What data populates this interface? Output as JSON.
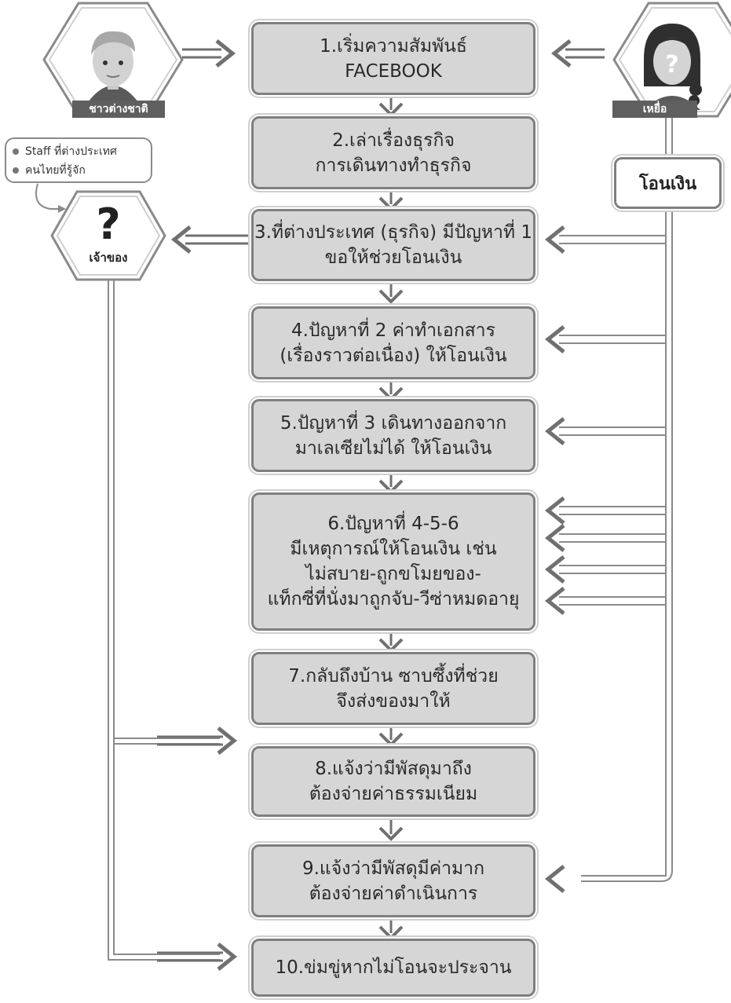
{
  "actors": {
    "foreigner_label": "ชาวต่างชาติ",
    "victim_label": "เหยื่อ",
    "owner_symbol": "?",
    "owner_label": "เจ้าของ"
  },
  "owner_notes": [
    "Staff ที่ต่างประเทศ",
    "คนไทยที่รู้จัก"
  ],
  "transfer_label": "โอนเงิน",
  "steps": [
    {
      "lines": [
        "1.เริ่มความสัมพันธ์",
        "FACEBOOK"
      ]
    },
    {
      "lines": [
        "2.เล่าเรื่องธุรกิจ",
        "การเดินทางทำธุรกิจ"
      ]
    },
    {
      "lines": [
        "3.ที่ต่างประเทศ (ธุรกิจ) มีปัญหาที่  1",
        "ขอให้ช่วยโอนเงิน"
      ]
    },
    {
      "lines": [
        "4.ปัญหาที่  2  ค่าทำเอกสาร",
        "(เรื่องราวต่อเนื่อง) ให้โอนเงิน"
      ]
    },
    {
      "lines": [
        "5.ปัญหาที่ 3  เดินทางออกจาก",
        "มาเลเซียไม่ได้  ให้โอนเงิน"
      ]
    },
    {
      "lines": [
        "6.ปัญหาที่   4-5-6",
        "มีเหตุการณ์ให้โอนเงิน  เช่น",
        "ไม่สบาย-ถูกขโมยของ-",
        "แท็กซี่ที่นั่งมาถูกจับ-วีซ่าหมดอายุ"
      ]
    },
    {
      "lines": [
        "7.กลับถึงบ้าน ซาบซึ้งที่ช่วย",
        "จึงส่งของมาให้"
      ]
    },
    {
      "lines": [
        "8.แจ้งว่ามีพัสดุมาถึง",
        "ต้องจ่ายค่าธรรมเนียม"
      ]
    },
    {
      "lines": [
        "9.แจ้งว่ามีพัสดุมีค่ามาก",
        "ต้องจ่ายค่าดำเนินการ"
      ]
    },
    {
      "lines": [
        "10.ข่มขู่หากไม่โอนจะประจาน"
      ]
    }
  ]
}
